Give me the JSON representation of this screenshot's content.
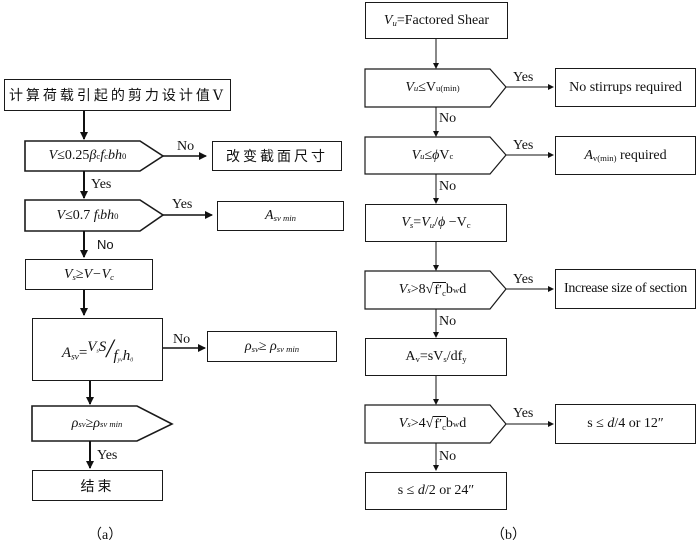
{
  "figure_a": {
    "caption": "（a）",
    "start": "计算荷载引起的剪力设计值V",
    "decision1": {
      "lhs": "V",
      "op": "≤",
      "rhs_num": "0.25",
      "beta": "β",
      "beta_sub": "c",
      "f": "f",
      "f_sub": "c",
      "bh": "bh",
      "bh_sub": "0"
    },
    "decision1_no_label": "No",
    "decision1_no_result": "改变截面尺寸",
    "decision1_yes_label": "Yes",
    "decision2": {
      "lhs": "V",
      "op": "≤",
      "rhs_num": "0.7",
      "f": "f",
      "f_sub": "t",
      "bh": "bh",
      "bh_sub": "0"
    },
    "decision2_yes_label": "Yes",
    "decision2_yes_result": {
      "sym": "A",
      "sub": "sv min"
    },
    "decision2_no_label": "No",
    "process1": {
      "v": "V",
      "v_sub": "s",
      "op": "≥",
      "rhs": "V−V",
      "rhs_sub": "c"
    },
    "process2": {
      "a": "A",
      "a_sub": "sv",
      "eq": "=",
      "num": "V",
      "num_sub": "s",
      "num_s": "S",
      "den_f": "f",
      "den_f_sub": "yv",
      "den_h": "h",
      "den_h_sub": "0"
    },
    "process2_no_label": "No",
    "process2_no_result": {
      "rho": "ρ",
      "rho_sub": "sv",
      "op": "≥",
      "rho2": "ρ",
      "rho2_sub": "sv min"
    },
    "decision3": {
      "rho": "ρ",
      "rho_sub": "sv",
      "op": "≥",
      "rho2": "ρ",
      "rho2_sub": "sv min"
    },
    "decision3_yes_label": "Yes",
    "end": "结束"
  },
  "figure_b": {
    "caption": "（b）",
    "start": {
      "v": "V",
      "v_sub": "u",
      "text": "=Factored Shear"
    },
    "decision1": {
      "v": "V",
      "v_sub": "u",
      "op": " ≤",
      "rhs": "V",
      "rhs_sub": "u(min)"
    },
    "decision1_yes_label": "Yes",
    "decision1_yes_result": "No stirrups required",
    "decision1_no_label": "No",
    "decision2": {
      "v": "V",
      "v_sub": "u",
      "op": " ≤ ",
      "phi": "ϕ",
      "rhs": "V",
      "rhs_sub": "c"
    },
    "decision2_yes_label": "Yes",
    "decision2_yes_result": {
      "a": "A",
      "a_sub": "v(min)",
      "text": " required"
    },
    "decision2_no_label": "No",
    "process1": {
      "v": "V",
      "v_sub": "s",
      "eq": "=",
      "vu": "V",
      "vu_sub": "u",
      "slash": "/",
      "phi": "ϕ",
      "minus": " −V",
      "vc_sub": "c"
    },
    "decision3": {
      "v": "V",
      "v_sub": "s",
      "op": ">8",
      "fc": "f′",
      "fc_sub": "c",
      "b": "b",
      "b_sub": "w",
      "d": "d"
    },
    "decision3_yes_label": "Yes",
    "decision3_yes_result": "Increase size of section",
    "decision3_no_label": "No",
    "process2": {
      "a": "A",
      "a_sub": "v",
      "eq": "=sV",
      "vs_sub": "s",
      "rest": "/df",
      "fy_sub": "y"
    },
    "decision4": {
      "v": "V",
      "v_sub": "s",
      "op": ">4",
      "fc": "f′",
      "fc_sub": "c",
      "b": "b",
      "b_sub": "w",
      "d": "d"
    },
    "decision4_yes_label": "Yes",
    "decision4_yes_result": {
      "pre": "s ≤ ",
      "d": "d",
      "post": "/4 or 12″"
    },
    "decision4_no_label": "No",
    "end": {
      "pre": "s ≤ ",
      "d": "d",
      "post": "/2 or 24″"
    }
  }
}
